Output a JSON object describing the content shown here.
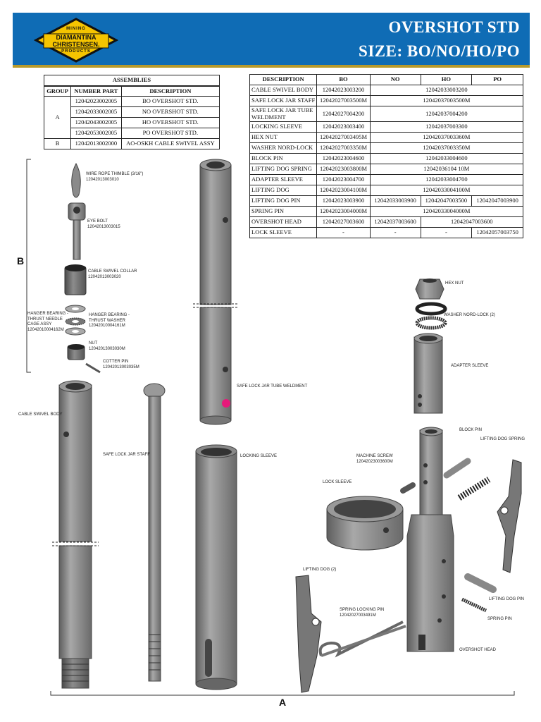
{
  "header": {
    "title": "OVERSHOT STD",
    "size": "SIZE: BO/NO/HO/PO",
    "logo": {
      "top": "MINING",
      "line1": "DIAMANTINA",
      "line2": "CHRISTENSEN.",
      "bottom": "PRODUCTS"
    }
  },
  "assemblies": {
    "title": "ASSEMBLIES",
    "headers": [
      "GROUP",
      "NUMBER PART",
      "DESCRIPTION"
    ],
    "groupA": "A",
    "groupB": "B",
    "rows": [
      {
        "part": "12042023002005",
        "desc": "BO OVERSHOT STD."
      },
      {
        "part": "12042033002005",
        "desc": "NO OVERSHOT STD."
      },
      {
        "part": "12042043002005",
        "desc": "HO OVERSHOT STD."
      },
      {
        "part": "12042053002005",
        "desc": "PO OVERSHOT STD."
      },
      {
        "part": "12042013002000",
        "desc": "AO-OSKH CABLE SWIVEL ASSY"
      }
    ]
  },
  "descriptions": {
    "headers": [
      "DESCRIPTION",
      "BO",
      "NO",
      "HO",
      "PO"
    ],
    "rows": [
      {
        "d": "CABLE SWIVEL BODY",
        "bo": "12042023003200",
        "rest": "12042033003200"
      },
      {
        "d": "SAFE LOCK JAR STAFF",
        "bo": "12042027003500M",
        "rest": "12042037003500M"
      },
      {
        "d": "SAFE LOCK JAR TUBE WELDMENT",
        "bo": "12042027004200",
        "rest": "12042037004200"
      },
      {
        "d": "LOCKING SLEEVE",
        "bo": "12042023003400",
        "rest": "12042037003300"
      },
      {
        "d": "HEX NUT",
        "bo": "12042027003495M",
        "rest": "12042037003360M"
      },
      {
        "d": "WASHER NORD-LOCK",
        "bo": "12042027003350M",
        "rest": "12042037003350M"
      },
      {
        "d": "BLOCK PIN",
        "bo": "12042023004600",
        "rest": "12042033004600"
      },
      {
        "d": "LIFTING DOG SPRING",
        "bo": "12042023003800M",
        "rest": "12042036104 10M"
      },
      {
        "d": "ADAPTER SLEEVE",
        "bo": "12042023004700",
        "rest": "12042033004700"
      },
      {
        "d": "LIFTING DOG",
        "bo": "12042023004100M",
        "rest": "12042033004100M"
      }
    ],
    "pin": {
      "d": "LIFTING DOG PIN",
      "bo": "12042023003900",
      "no": "12042033003900",
      "ho": "12042047003500",
      "po": "12042047003900"
    },
    "spring_pin": {
      "d": "SPRING PIN",
      "bo": "12042023004000M",
      "rest": "12042033004000M"
    },
    "head": {
      "d": "OVERSHOT HEAD",
      "bo": "12042027003600",
      "no": "12042037003600",
      "hopo": "12042047003600"
    },
    "lock": {
      "d": "LOCK SLEEVE",
      "bo": "-",
      "no": "-",
      "ho": "-",
      "po": "12042057003750"
    }
  },
  "labels": {
    "thimble": [
      "WIRE ROPE THIMBLE (3/16\")",
      "12042013003010"
    ],
    "eyebolt": [
      "EYE BOLT",
      "12042013003015"
    ],
    "collar": [
      "CABLE SWIVEL COLLAR",
      "12042013003020"
    ],
    "bearing_l": [
      "HANGER BEARING -",
      "THRUST NEEDLE",
      "CAGE ASSY",
      "12042010004162M"
    ],
    "bearing_r": [
      "HANGER BEARING -",
      "THRUST WASHER",
      "12042010004161M"
    ],
    "nut": [
      "NUT",
      "12042013003030M"
    ],
    "cotter": [
      "COTTER PIN",
      "12042013003035M"
    ],
    "tube": "SAFE LOCK JAR TUBE WELDMENT",
    "body": "CABLE SWIVEL BODY",
    "staff": "SAFE LOCK JAR STAFF",
    "locking": "LOCKING SLEEVE",
    "hexnut": "HEX NUT",
    "washer": "WASHER NORD-LOCK (2)",
    "adapter": "ADAPTER SLEEVE",
    "blockpin": "BLOCK PIN",
    "dogspring": "LIFTING DOG SPRING",
    "machine": [
      "MACHINE SCREW",
      "12042023003600M"
    ],
    "locksleeve": "LOCK SLEEVE",
    "dog": "LIFTING DOG (2)",
    "springlock": [
      "SPRING LOCKING PIN",
      "12042027003491M"
    ],
    "dogpin": "LIFTING DOG PIN",
    "springpin": "SPRING PIN",
    "head": "OVERSHOT HEAD",
    "letterA": "A",
    "letterB": "B"
  },
  "colors": {
    "banner": "#0f6cb5",
    "gold": "#b79a2c",
    "logo_yellow": "#f5c400",
    "part_grey": "#8a8a8a",
    "marker": "#e6197a"
  }
}
